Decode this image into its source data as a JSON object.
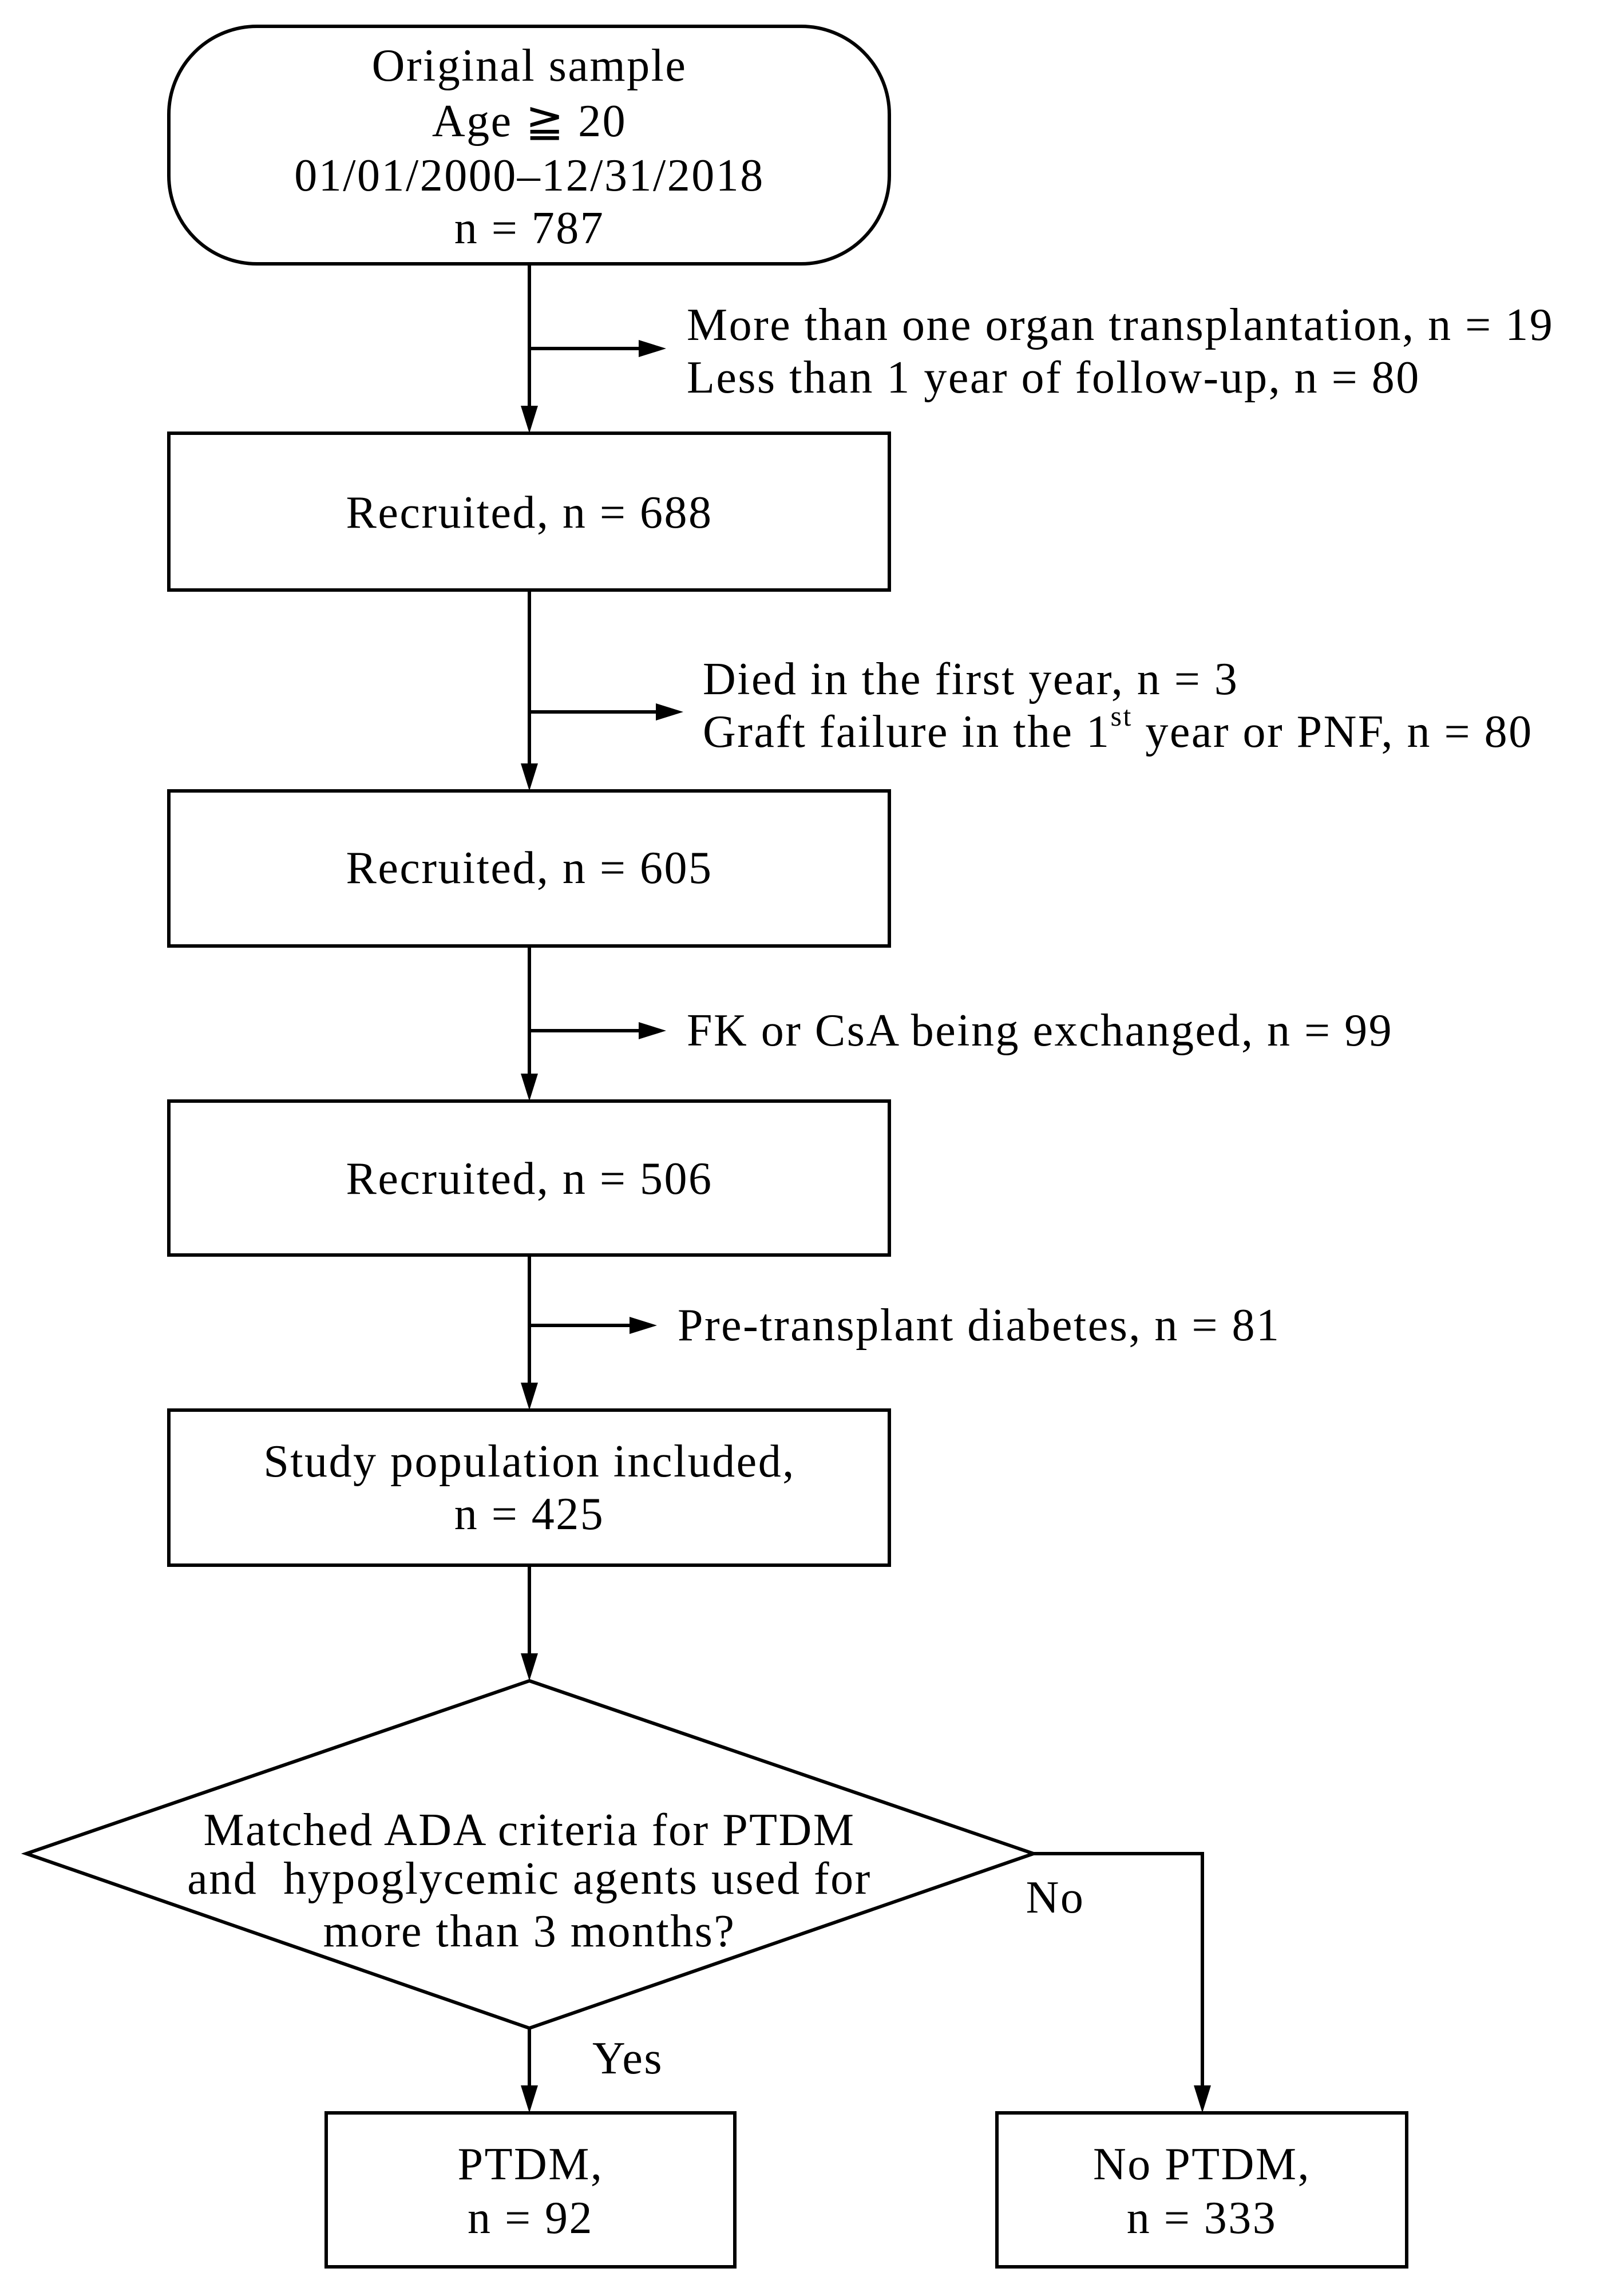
{
  "start_box": {
    "lines": [
      "Original sample",
      "Age ≧ 20",
      "01/01/2000–12/31/2018",
      "n = 787"
    ]
  },
  "exclusion_1": {
    "lines": [
      "More than one organ transplantation, n = 19",
      "Less than 1 year of follow-up, n = 80"
    ]
  },
  "step_1": {
    "label": "Recruited, n = 688"
  },
  "exclusion_2": {
    "line_1": "Died in the first year, n = 3",
    "line_2": {
      "before": "Graft failure in the 1",
      "superscript": "st",
      "after": " year or PNF, n = 80"
    }
  },
  "step_2": {
    "label": "Recruited, n = 605"
  },
  "exclusion_3": {
    "lines": [
      "FK or CsA being exchanged, n = 99"
    ]
  },
  "step_3": {
    "label": "Recruited, n = 506"
  },
  "exclusion_4": {
    "lines": [
      "Pre-transplant diabetes, n = 81"
    ]
  },
  "study_population": {
    "lines": [
      "Study population included,",
      "n = 425"
    ]
  },
  "decision": {
    "lines": [
      "Matched ADA criteria for PTDM",
      "and  hypoglycemic agents used for",
      "more than 3 months?"
    ],
    "yes_label": "Yes",
    "no_label": "No"
  },
  "outcome_yes": {
    "lines": [
      "PTDM,",
      "n = 92"
    ]
  },
  "outcome_no": {
    "lines": [
      "No PTDM,",
      "n = 333"
    ]
  }
}
